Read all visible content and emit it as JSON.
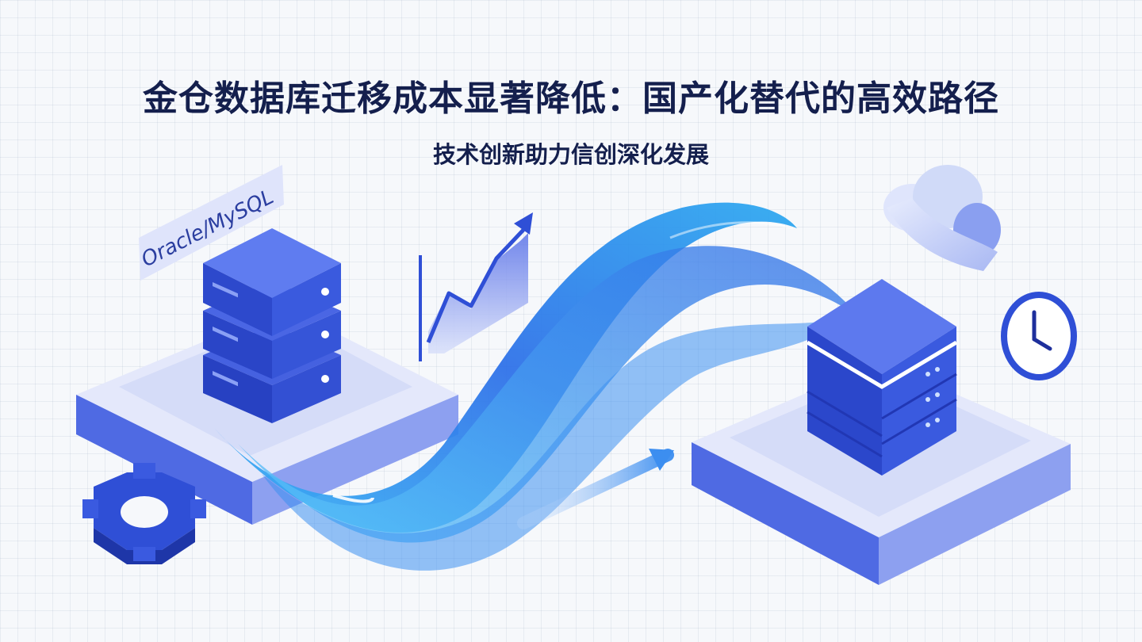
{
  "header": {
    "title": "金仓数据库迁移成本显著降低：国产化替代的高效路径",
    "subtitle": "技术创新助力信创深化发展"
  },
  "illustration": {
    "source_db_label": "Oracle/MySQL",
    "icons": [
      "database-stack-icon",
      "server-icon",
      "growth-chart-icon",
      "cloud-icon",
      "clock-icon",
      "gear-icon",
      "migration-flow-icon"
    ],
    "colors": {
      "primary": "#2f4fd6",
      "light_blue": "#2aa8f0",
      "navy_text": "#141f4d",
      "platform": "#dfe5fb"
    }
  }
}
